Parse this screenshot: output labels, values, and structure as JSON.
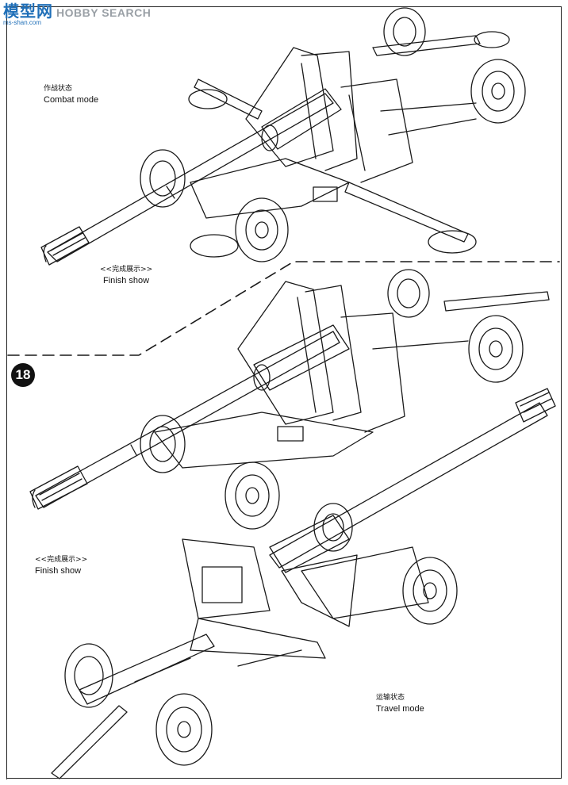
{
  "watermark": {
    "logo_cn": "模型网",
    "logo_url": "ms-shan.com",
    "text": "HOBBY SEARCH"
  },
  "step_number": "18",
  "labels": {
    "combat": {
      "cn": "作战状态",
      "en": "Combat mode"
    },
    "finish_top": {
      "cn": "<<完成展示>>",
      "en": "Finish show"
    },
    "finish_bottom": {
      "cn": "<<完成展示>>",
      "en": "Finish  show"
    },
    "travel": {
      "cn": "运输状态",
      "en": "Travel mode"
    }
  },
  "colors": {
    "line": "#1a1a1a",
    "watermark_blue": "#1f6fb8",
    "watermark_grey": "#9aa0a6"
  }
}
